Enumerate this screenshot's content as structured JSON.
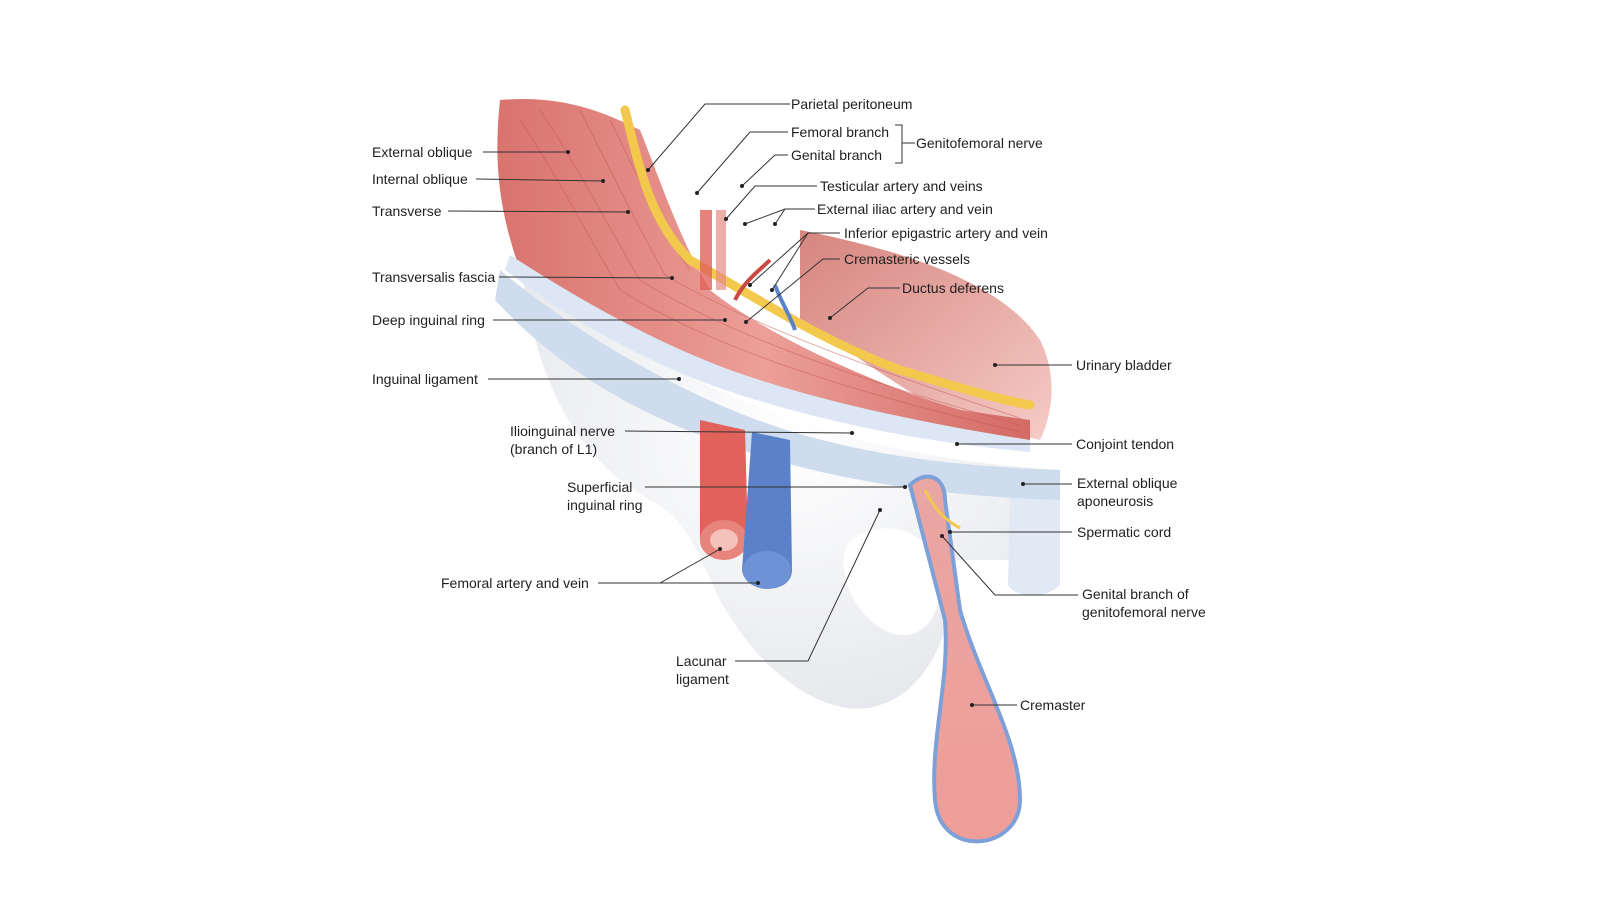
{
  "diagram": {
    "colors": {
      "muscle": "#e58a85",
      "muscle_dark": "#c9605c",
      "fascia": "#d3def0",
      "nerve": "#f3c94d",
      "artery": "#e0625a",
      "vein": "#5b82c9",
      "bone": "#e6e8ec",
      "leader": "#333333"
    },
    "labels": {
      "parietal_peritoneum": "Parietal peritoneum",
      "femoral_branch": "Femoral branch",
      "genital_branch": "Genital branch",
      "genitofemoral_nerve": "Genitofemoral nerve",
      "testicular_artery_veins": "Testicular artery and veins",
      "external_iliac": "External iliac artery and vein",
      "inferior_epigastric": "Inferior epigastric artery and vein",
      "cremasteric_vessels": "Cremasteric vessels",
      "ductus_deferens": "Ductus deferens",
      "urinary_bladder": "Urinary bladder",
      "conjoint_tendon": "Conjoint tendon",
      "external_oblique_aponeurosis_1": "External oblique",
      "external_oblique_aponeurosis_2": "aponeurosis",
      "spermatic_cord": "Spermatic cord",
      "genital_branch_gf_1": "Genital branch of",
      "genital_branch_gf_2": "genitofemoral nerve",
      "cremaster": "Cremaster",
      "external_oblique": "External oblique",
      "internal_oblique": "Internal oblique",
      "transverse": "Transverse",
      "transversalis_fascia": "Transversalis fascia",
      "deep_inguinal_ring": "Deep inguinal ring",
      "inguinal_ligament": "Inguinal ligament",
      "ilioinguinal_nerve_1": "Ilioinguinal nerve",
      "ilioinguinal_nerve_2": "(branch of L1)",
      "superficial_inguinal_ring_1": "Superficial",
      "superficial_inguinal_ring_2": "inguinal ring",
      "femoral_artery_vein": "Femoral artery and vein",
      "lacunar_ligament_1": "Lacunar",
      "lacunar_ligament_2": "ligament"
    }
  }
}
